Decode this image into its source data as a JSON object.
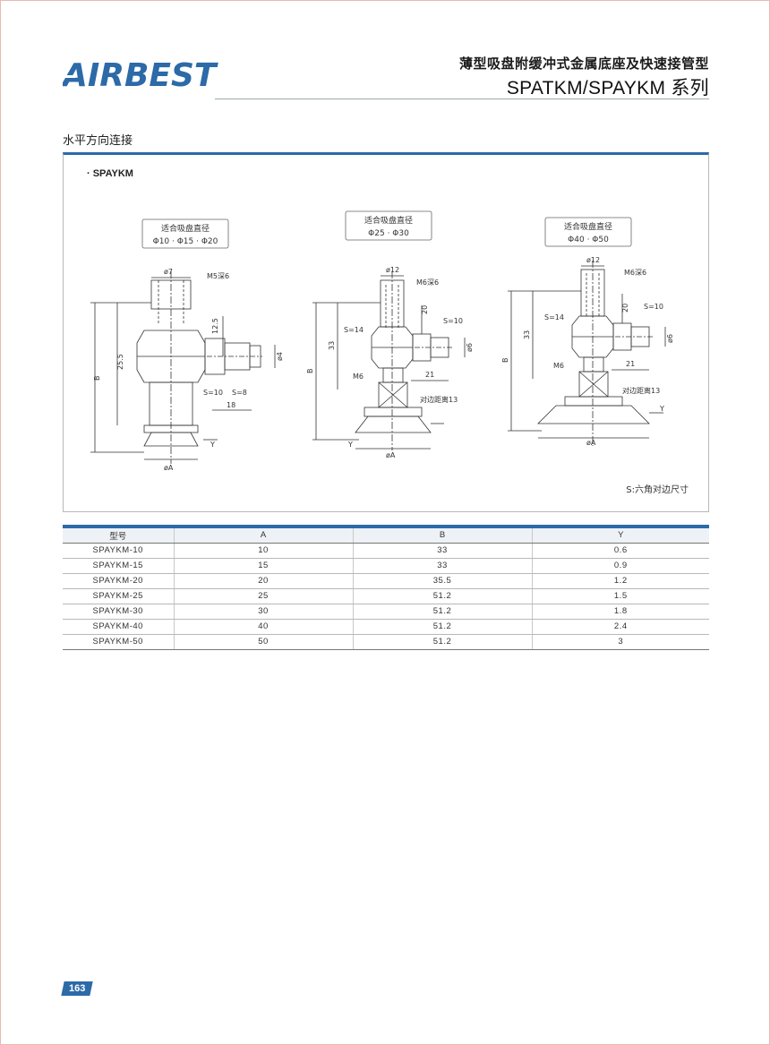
{
  "header": {
    "brand": "AIRBEST",
    "title_cn": "薄型吸盘附缓冲式金属底座及快速接管型",
    "title_en": "SPATKM/SPAYKM 系列",
    "brand_color": "#2c6aa8"
  },
  "section": {
    "title": "水平方向连接"
  },
  "diagram": {
    "label": "· SPAYKM",
    "note": "S:六角对边尺寸",
    "variants": [
      {
        "caption_line1": "适合吸盘直径",
        "caption_line2": "Φ10 · Φ15 · Φ20",
        "dims": {
          "top_diameter": "ø7",
          "thread": "M5深6",
          "h1": "12.5",
          "h2": "25.5",
          "b": "B",
          "port": "ø4",
          "s_body": "S=10",
          "s_nut": "S=8",
          "len": "18",
          "y": "Y",
          "a": "øA"
        }
      },
      {
        "caption_line1": "适合吸盘直径",
        "caption_line2": "Φ25 · Φ30",
        "dims": {
          "top_diameter": "ø12",
          "thread": "M6深6",
          "s_body": "S=14",
          "h1": "20",
          "s_fit": "S=10",
          "h2": "33",
          "b": "B",
          "port": "ø6",
          "thread2": "M6",
          "len": "21",
          "hex": "对边距离13",
          "y": "Y",
          "a": "øA"
        }
      },
      {
        "caption_line1": "适合吸盘直径",
        "caption_line2": "Φ40 · Φ50",
        "dims": {
          "top_diameter": "ø12",
          "thread": "M6深6",
          "s_body": "S=14",
          "h1": "20",
          "s_fit": "S=10",
          "h2": "33",
          "b": "B",
          "port": "ø6",
          "thread2": "M6",
          "len": "21",
          "hex": "对边距离13",
          "y": "Y",
          "a": "øA"
        }
      }
    ]
  },
  "table": {
    "headers": [
      "型号",
      "A",
      "B",
      "Y"
    ],
    "rows": [
      [
        "SPAYKM-10",
        "10",
        "33",
        "0.6"
      ],
      [
        "SPAYKM-15",
        "15",
        "33",
        "0.9"
      ],
      [
        "SPAYKM-20",
        "20",
        "35.5",
        "1.2"
      ],
      [
        "SPAYKM-25",
        "25",
        "51.2",
        "1.5"
      ],
      [
        "SPAYKM-30",
        "30",
        "51.2",
        "1.8"
      ],
      [
        "SPAYKM-40",
        "40",
        "51.2",
        "2.4"
      ],
      [
        "SPAYKM-50",
        "50",
        "51.2",
        "3"
      ]
    ]
  },
  "footer": {
    "page_number": "163"
  }
}
